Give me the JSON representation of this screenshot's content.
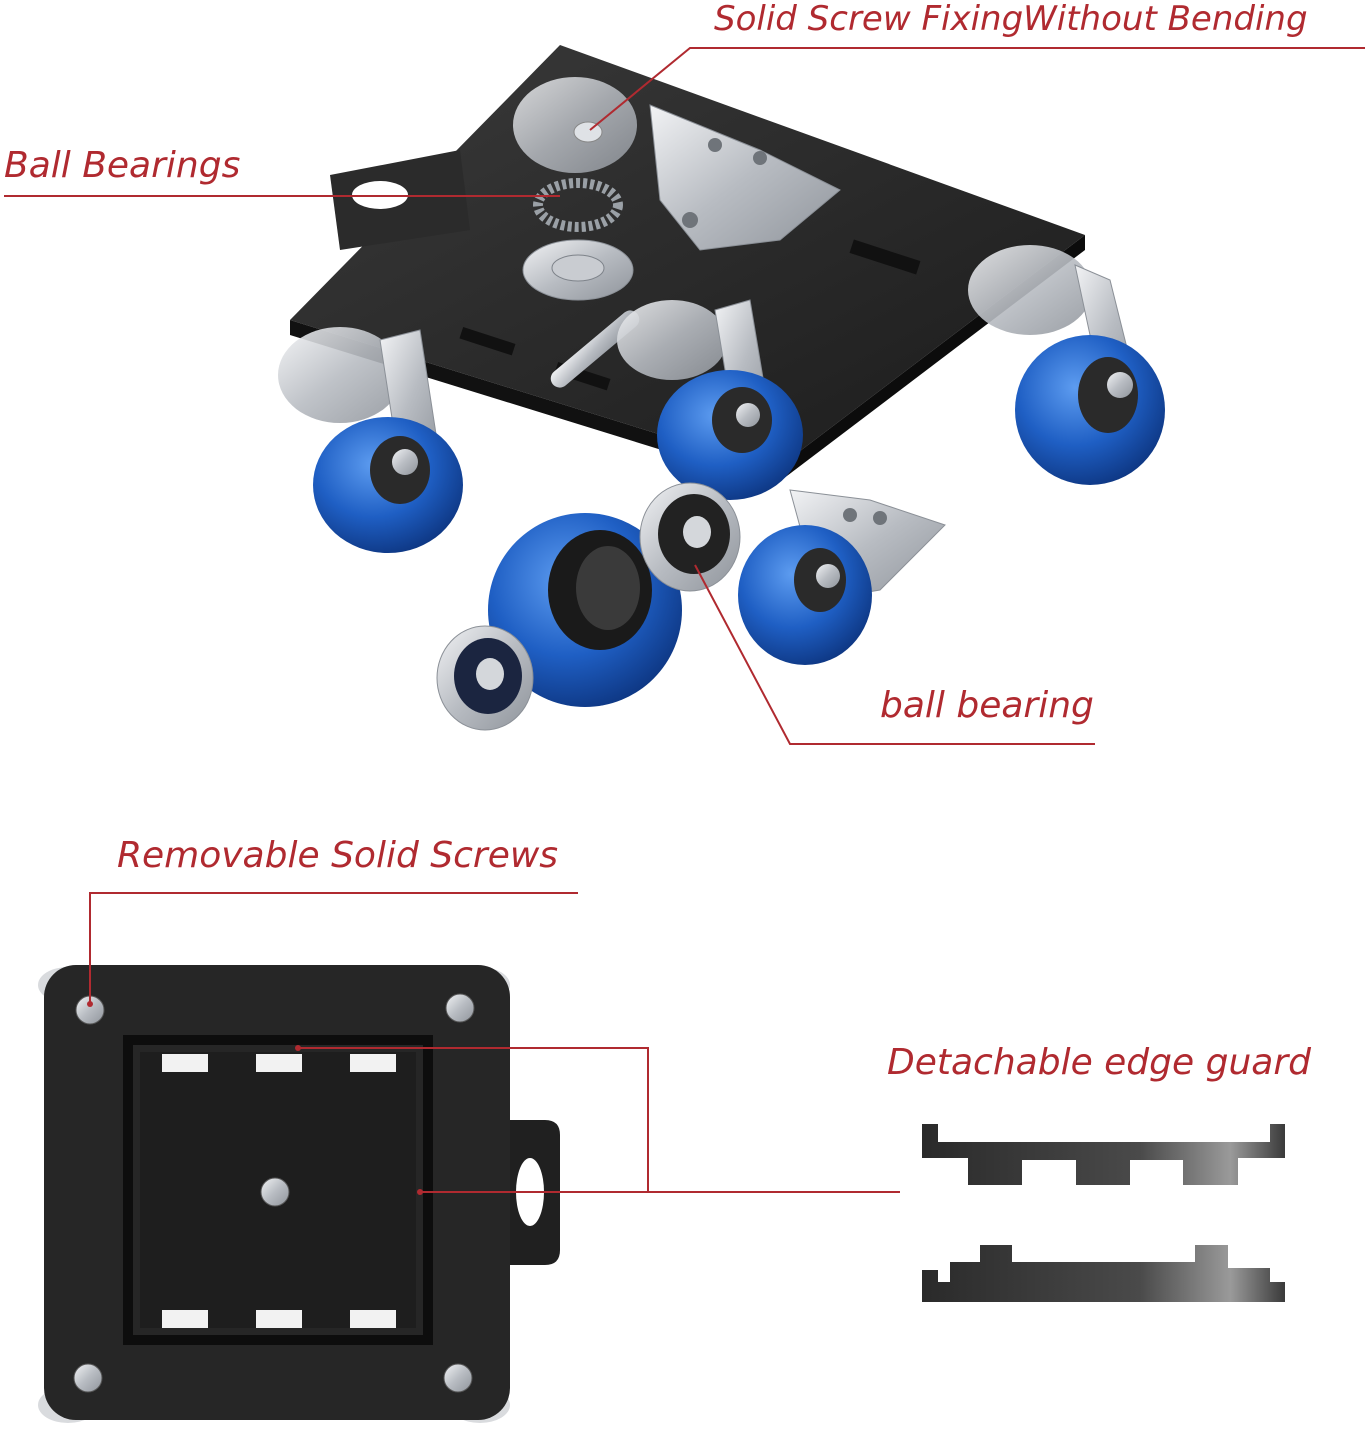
{
  "callouts": {
    "solid_screw": "Solid Screw FixingWithout Bending",
    "ball_bearings": "Ball Bearings",
    "ball_bearing": "ball bearing",
    "removable_screws": "Removable Solid Screws",
    "edge_guard": "Detachable edge guard"
  },
  "colors": {
    "label_red": "#b02a30",
    "plate_black": "#262626",
    "wheel_blue": "#1f5fc4",
    "metal_silver": "#c9ccd1"
  },
  "icons": {
    "dolly": "caster-dolly-icon",
    "bearing": "ball-bearing-icon",
    "plate": "plate-top-view-icon",
    "guard": "edge-guard-icon"
  }
}
